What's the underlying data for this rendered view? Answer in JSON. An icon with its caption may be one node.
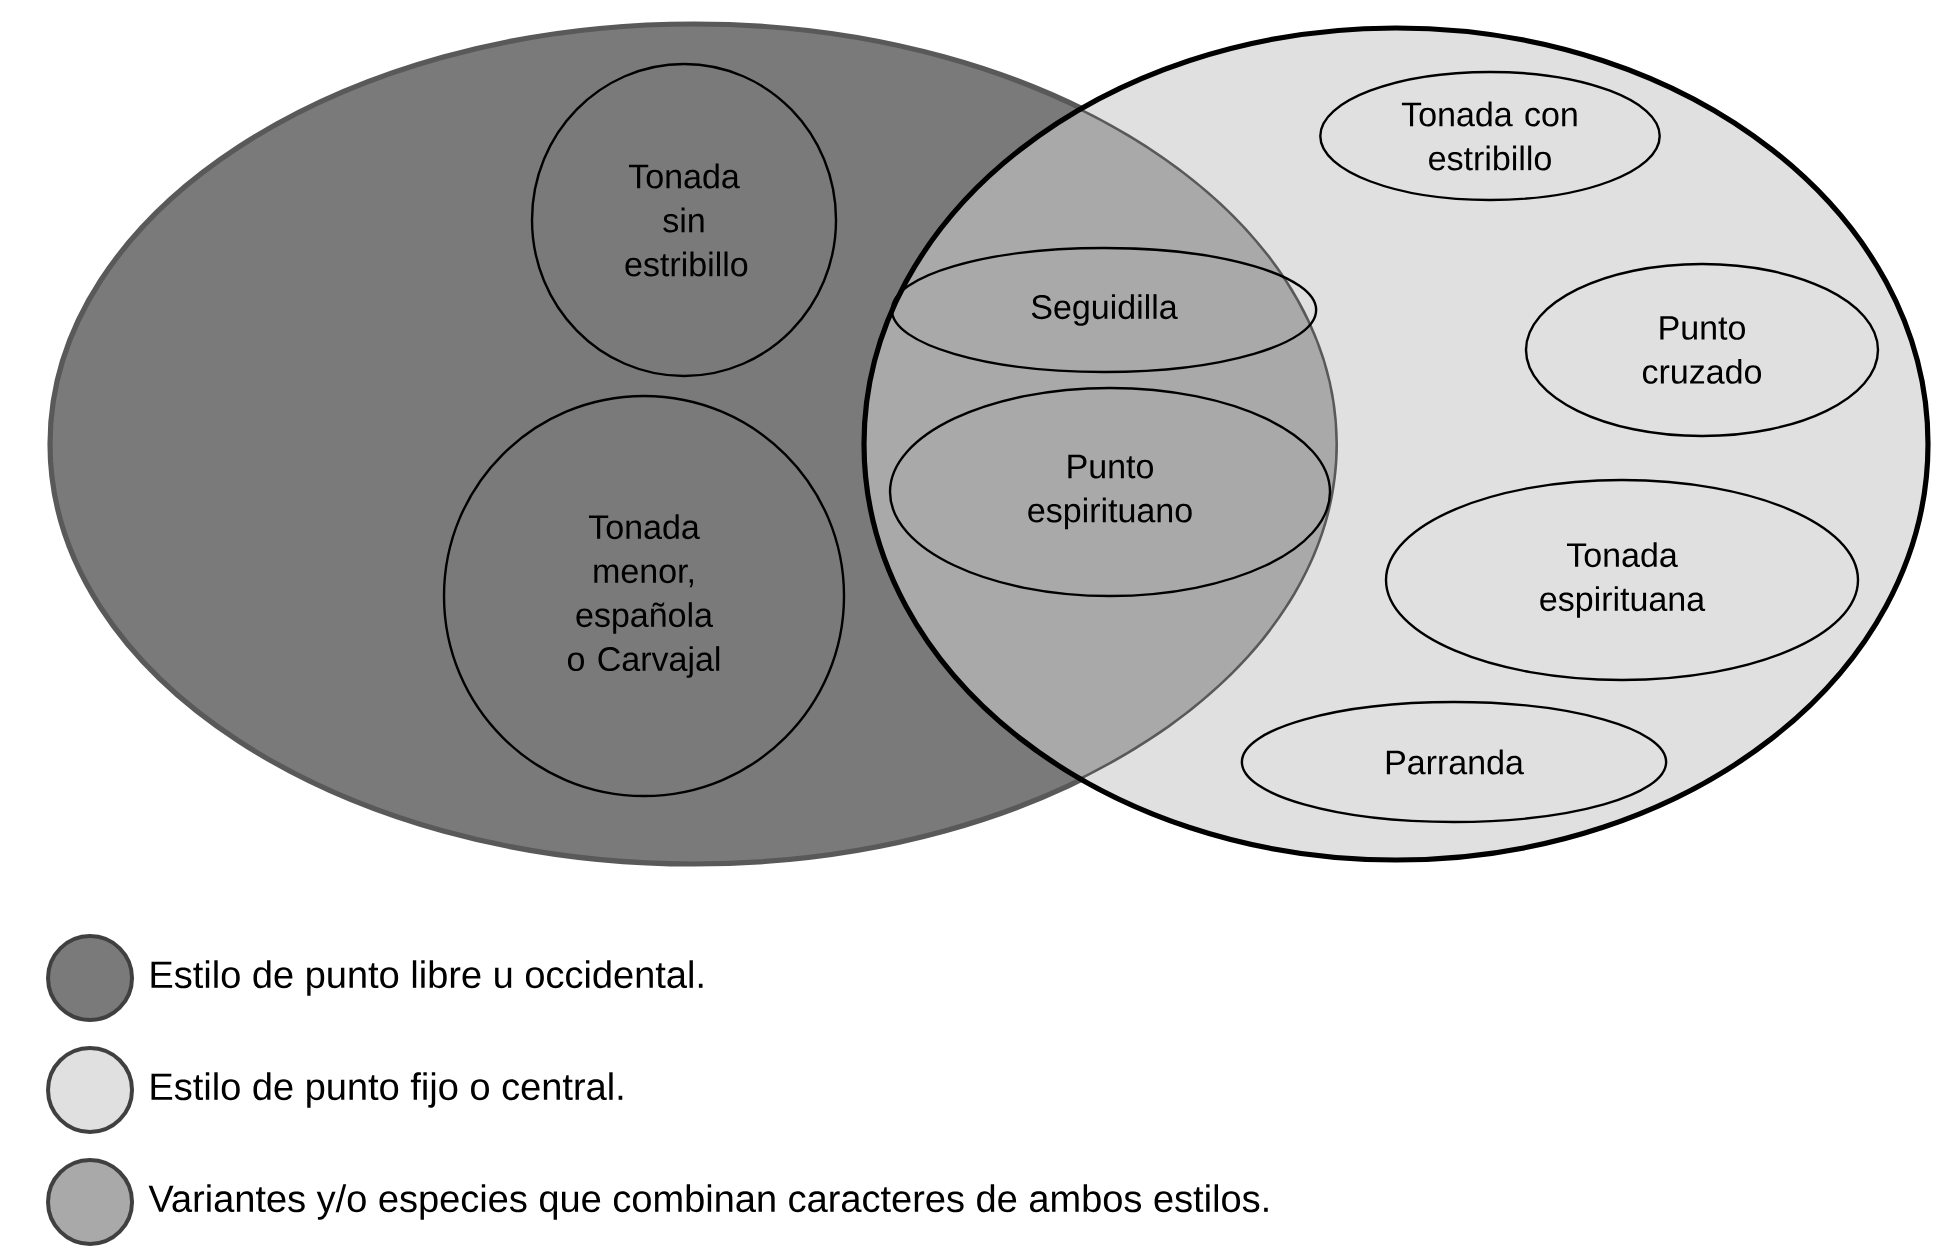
{
  "diagram": {
    "nodes": [
      {
        "text": [],
        "shape": "ellipse"
      },
      {
        "text": [],
        "shape": "ellipse"
      },
      {
        "text": [
          "Tonada sin estribillo"
        ],
        "in": 0
      },
      {
        "text": [
          "Tonada menor, española o Carvajal"
        ],
        "in": 0
      },
      {
        "text": [
          "Seguidilla"
        ]
      },
      {
        "text": [
          "Punto espirituano"
        ]
      },
      {
        "text": [
          "Tonada con estribillo"
        ],
        "in": 1
      },
      {
        "text": [
          "Punto cruzado"
        ],
        "in": 1
      },
      {
        "text": [
          "Tonada espirituana"
        ],
        "in": 1
      },
      {
        "text": [
          "Parranda"
        ],
        "in": 1
      }
    ],
    "legend": [
      {
        "text": "Estilo de punto libre u occidental.",
        "color": "#7a7a7a"
      },
      {
        "text": "Estilo de punto fijo o central.",
        "color": "#e0e0e0"
      },
      {
        "text": "Variantes y/o especies que combinan caracteres de ambos estilos.",
        "color": "#a9a9a9"
      }
    ]
  }
}
